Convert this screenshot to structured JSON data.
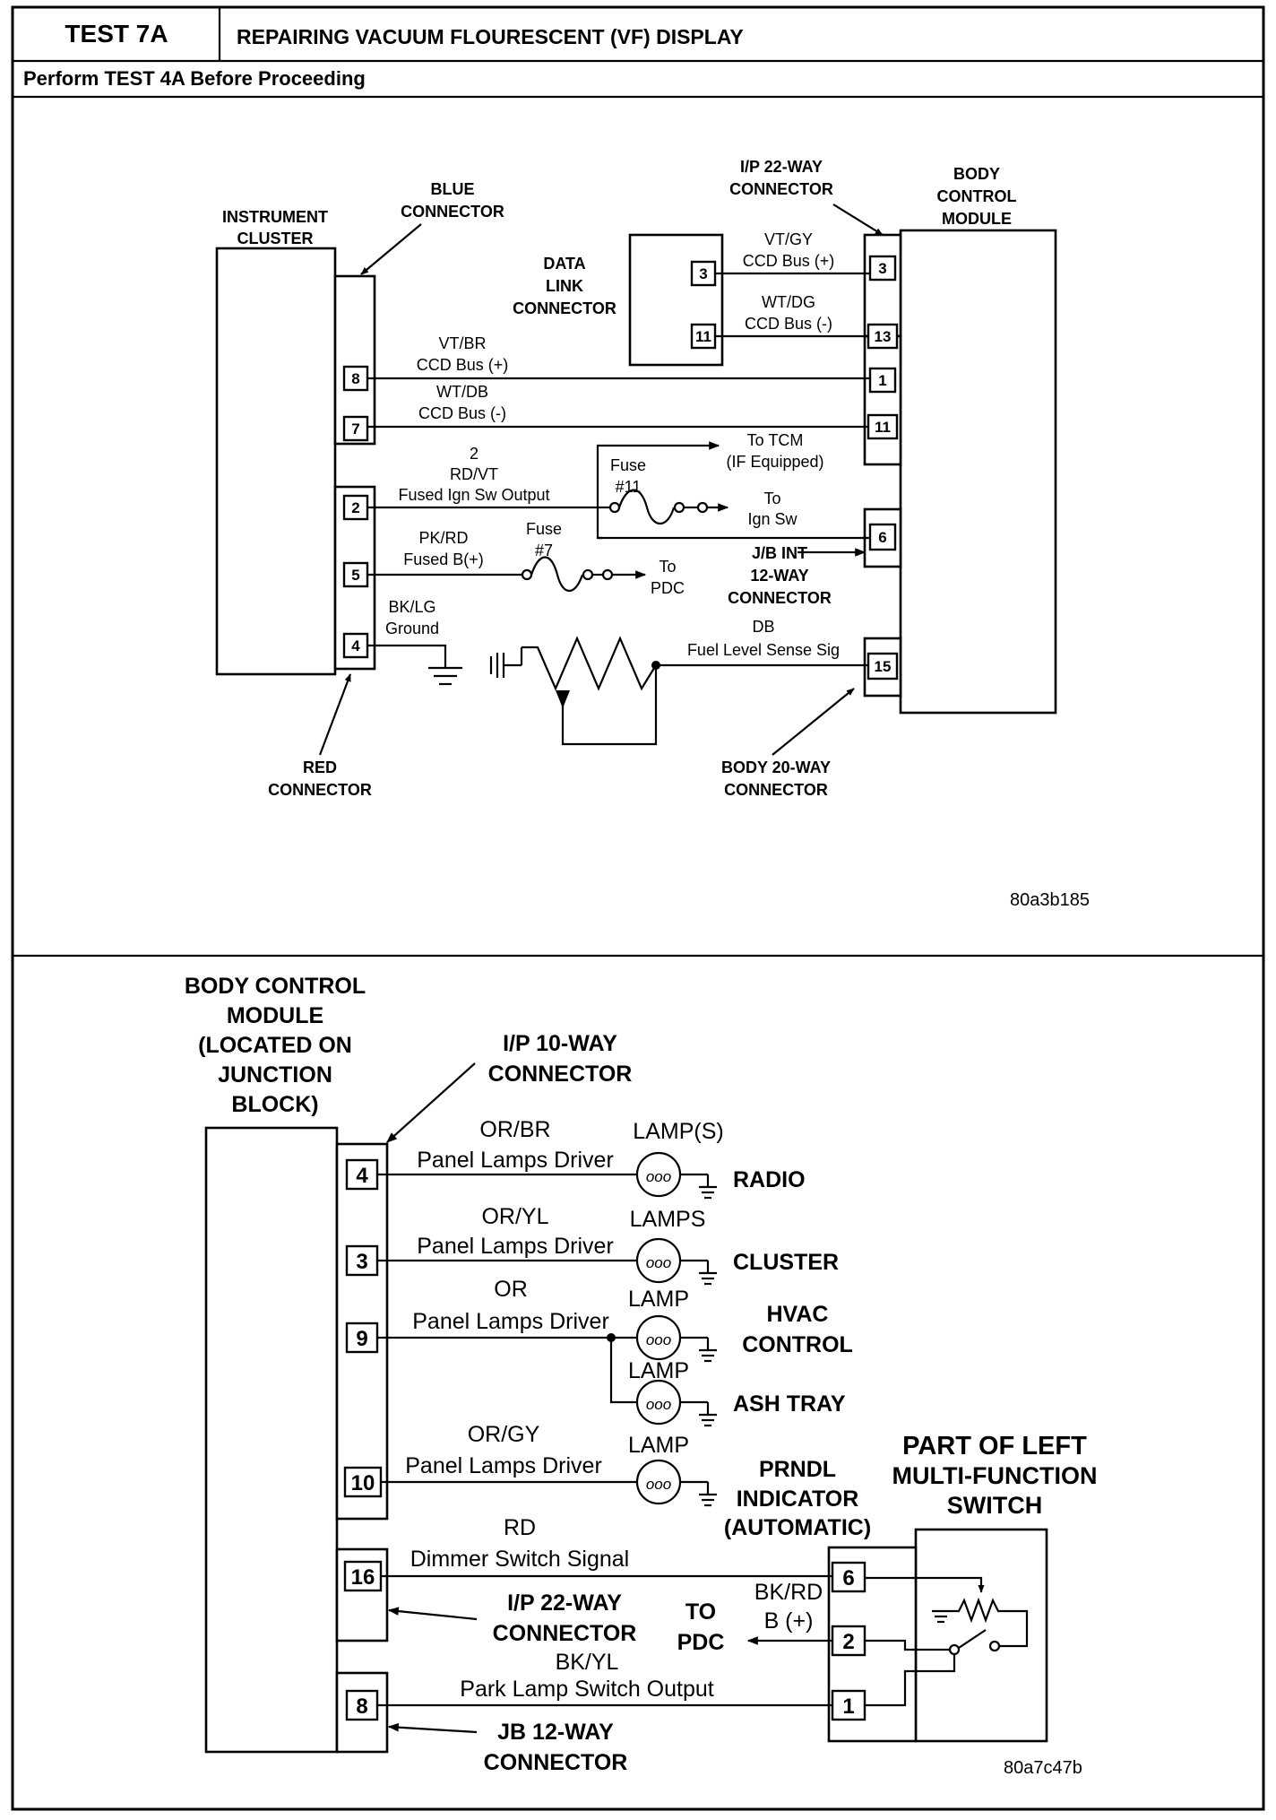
{
  "header": {
    "test_id": "TEST 7A",
    "title": "REPAIRING VACUUM FLOURESCENT (VF) DISPLAY",
    "prereq": "Perform TEST 4A Before Proceeding"
  },
  "top": {
    "instrument_cluster": [
      "INSTRUMENT",
      "CLUSTER"
    ],
    "blue_connector": [
      "BLUE",
      "CONNECTOR"
    ],
    "red_connector": [
      "RED",
      "CONNECTOR"
    ],
    "data_link_connector": [
      "DATA",
      "LINK",
      "CONNECTOR"
    ],
    "ip22_connector": [
      "I/P 22-WAY",
      "CONNECTOR"
    ],
    "bcm": [
      "BODY",
      "CONTROL",
      "MODULE"
    ],
    "jb_int": "J/B INT",
    "jb_int2": [
      "12-WAY",
      "CONNECTOR"
    ],
    "body20": [
      "BODY 20-WAY",
      "CONNECTOR"
    ],
    "wires": {
      "dlc3": [
        "VT/GY",
        "CCD Bus (+)"
      ],
      "dlc11": [
        "WT/DG",
        "CCD Bus (-)"
      ],
      "ic8": [
        "VT/BR",
        "CCD Bus (+)"
      ],
      "ic7": [
        "WT/DB",
        "CCD Bus (-)"
      ],
      "ic2": [
        "2",
        "RD/VT",
        "Fused Ign Sw Output"
      ],
      "ic5": [
        "PK/RD",
        "Fused B(+)"
      ],
      "ic4": [
        "BK/LG",
        "Ground"
      ],
      "fuel": [
        "DB",
        "Fuel Level Sense Sig"
      ]
    },
    "fuse11": [
      "Fuse",
      "#11"
    ],
    "fuse7": [
      "Fuse",
      "#7"
    ],
    "to_tcm": [
      "To TCM",
      "(IF Equipped)"
    ],
    "to_ign": [
      "To",
      "Ign Sw"
    ],
    "to_pdc": [
      "To",
      "PDC"
    ],
    "pins": {
      "ic8": "8",
      "ic7": "7",
      "ic2": "2",
      "ic5": "5",
      "ic4": "4",
      "dlc3": "3",
      "dlc11": "11",
      "bcm3": "3",
      "bcm13": "13",
      "bcm1": "1",
      "bcm11": "11",
      "bcm6": "6",
      "bcm15": "15"
    },
    "figure_id": "80a3b185"
  },
  "bottom": {
    "bcm": [
      "BODY CONTROL",
      "MODULE",
      "(LOCATED ON",
      "JUNCTION",
      "BLOCK)"
    ],
    "ip10": [
      "I/P 10-WAY",
      "CONNECTOR"
    ],
    "ip22": [
      "I/P 22-WAY",
      "CONNECTOR"
    ],
    "jb12": [
      "JB 12-WAY",
      "CONNECTOR"
    ],
    "wires": {
      "p4": [
        "OR/BR",
        "Panel Lamps Driver"
      ],
      "p3": [
        "OR/YL",
        "Panel Lamps Driver"
      ],
      "p9": [
        "OR",
        "Panel Lamps Driver"
      ],
      "p10": [
        "OR/GY",
        "Panel Lamps Driver"
      ],
      "p16": [
        "RD",
        "Dimmer Switch Signal"
      ],
      "bkrd": [
        "BK/RD",
        "B (+)"
      ],
      "p8": [
        "BK/YL",
        "Park Lamp Switch Output"
      ]
    },
    "lamp_labels": {
      "radio": "LAMP(S)",
      "cluster": "LAMPS",
      "hvac": "LAMP",
      "ash": "LAMP",
      "prndl": "LAMP"
    },
    "loads": {
      "radio": "RADIO",
      "cluster": "CLUSTER",
      "hvac": [
        "HVAC",
        "CONTROL"
      ],
      "ash": "ASH TRAY",
      "prndl": [
        "PRNDL",
        "INDICATOR",
        "(AUTOMATIC)"
      ]
    },
    "mfs": [
      "PART OF LEFT",
      "MULTI-FUNCTION",
      "SWITCH"
    ],
    "to_pdc": [
      "TO",
      "PDC"
    ],
    "pins": {
      "p4": "4",
      "p3": "3",
      "p9": "9",
      "p10": "10",
      "p16": "16",
      "p8": "8",
      "s6": "6",
      "s2": "2",
      "s1": "1"
    },
    "figure_id": "80a7c47b"
  }
}
